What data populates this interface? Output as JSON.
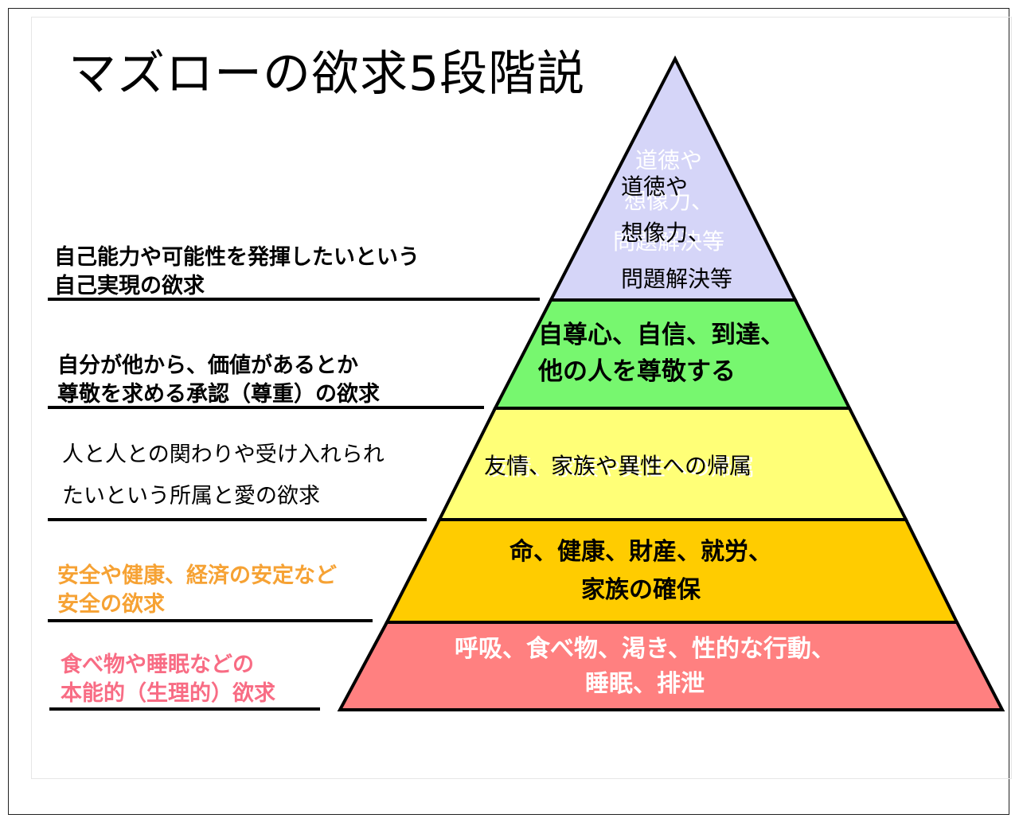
{
  "title": "マズローの欲求5段階説",
  "colors": {
    "tier1": "#d5d5f8",
    "tier2": "#77f76f",
    "tier3": "#ffff77",
    "tier4": "#ffcc00",
    "tier5": "#ff8080",
    "orange_text": "#f6a234",
    "pink_text": "#f86c84",
    "white_text": "#ffffff"
  },
  "pyramid": {
    "tier1": {
      "ghost": [
        "道徳や",
        "想像力、",
        "問題解決等"
      ],
      "lines": [
        "道徳や",
        "想像力、",
        "問題解決等"
      ]
    },
    "tier2": {
      "lines": [
        "自尊心、自信、到達、",
        "他の人を尊敬する"
      ]
    },
    "tier3": {
      "ghost": "友情、家族や異性への帰属",
      "line": "友情、家族や異性への帰属"
    },
    "tier4": {
      "lines": [
        "命、健康、財産、就労、",
        "家族の確保"
      ]
    },
    "tier5": {
      "lines": [
        "呼吸、食べ物、渇き、性的な行動、",
        "睡眠、排泄"
      ]
    }
  },
  "labels": {
    "l1": [
      "自己能力や可能性を発揮したいという",
      "自己実現の欲求"
    ],
    "l2": [
      "自分が他から、価値があるとか",
      "尊敬を求める承認（尊重）の欲求"
    ],
    "l3": [
      "人と人との関わりや受け入れられ",
      "たいという所属と愛の欲求"
    ],
    "l4": [
      "安全や健康、経済の安定など",
      "安全の欲求"
    ],
    "l5": [
      "食べ物や睡眠などの",
      "本能的（生理的）欲求"
    ]
  }
}
